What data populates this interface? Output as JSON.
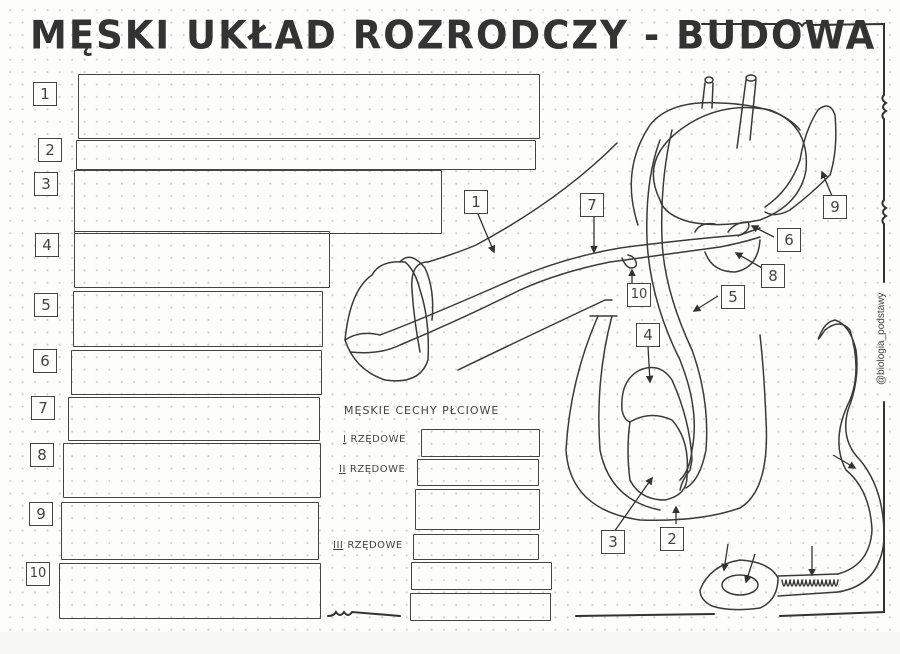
{
  "header": {
    "title": "MĘSKI UKŁAD ROZRODCZY - BUDOWA"
  },
  "answer_list": {
    "items": [
      {
        "number": "1",
        "value": ""
      },
      {
        "number": "2",
        "value": ""
      },
      {
        "number": "3",
        "value": ""
      },
      {
        "number": "4",
        "value": ""
      },
      {
        "number": "5",
        "value": ""
      },
      {
        "number": "6",
        "value": ""
      },
      {
        "number": "7",
        "value": ""
      },
      {
        "number": "8",
        "value": ""
      },
      {
        "number": "9",
        "value": ""
      },
      {
        "number": "10",
        "value": ""
      }
    ]
  },
  "sex_traits": {
    "title": "MĘSKIE CECHY PŁCIOWE",
    "groups": [
      {
        "roman": "I",
        "label": "RZĘDOWE",
        "fields": [
          ""
        ]
      },
      {
        "roman": "II",
        "label": "RZĘDOWE",
        "fields": [
          "",
          ""
        ]
      },
      {
        "roman": "III",
        "label": "RZĘDOWE",
        "fields": [
          "",
          "",
          "",
          ""
        ]
      }
    ]
  },
  "diagram": {
    "labels": [
      "1",
      "2",
      "3",
      "4",
      "5",
      "6",
      "7",
      "8",
      "9",
      "10"
    ],
    "sperm_cell": {
      "arrows": 4
    }
  },
  "footer": {
    "watermark": "@biologia_podstawy"
  },
  "colors": {
    "ink": "#3a3a3a",
    "paper": "#fdfdfc",
    "dot_grid": "#cfcfcf"
  }
}
